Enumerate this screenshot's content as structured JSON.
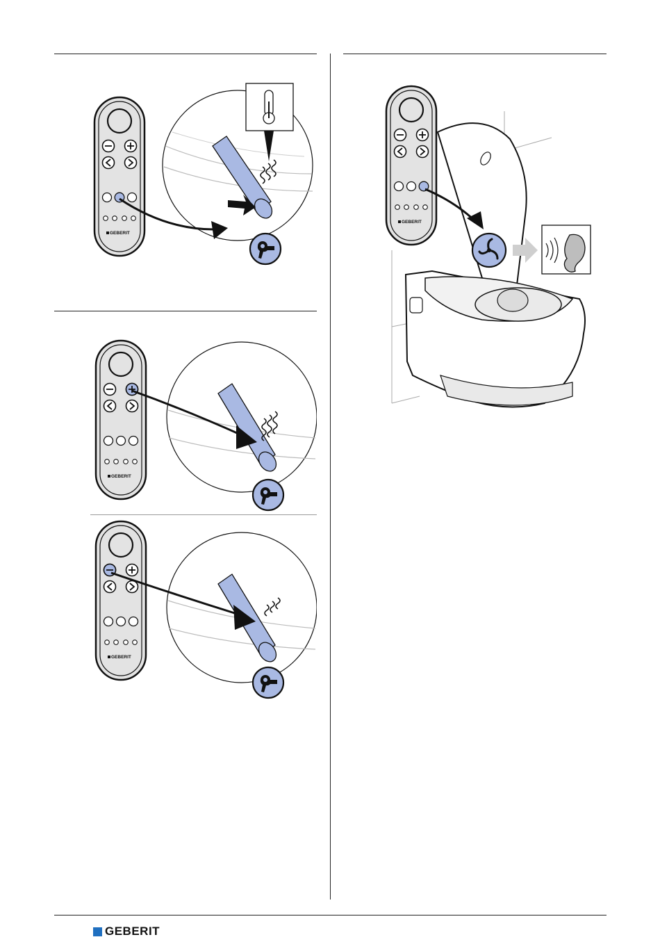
{
  "brand": {
    "name": "GEBERIT",
    "accent_color": "#1f6fc0",
    "highlight_color": "#a9b9e3"
  },
  "remote": {
    "brand_label": "GEBERIT"
  },
  "panels": [
    {
      "id": "dryer-activate",
      "icons": [
        "remote-control",
        "dryer-nozzle",
        "thermometer-icon",
        "dryer-icon"
      ]
    },
    {
      "id": "dryer-increase",
      "icons": [
        "remote-control",
        "plus-button-highlighted",
        "dryer-icon"
      ]
    },
    {
      "id": "dryer-decrease",
      "icons": [
        "remote-control",
        "minus-button-highlighted",
        "dryer-icon"
      ]
    },
    {
      "id": "odour-extraction",
      "icons": [
        "remote-control",
        "fan-icon",
        "ear-icon"
      ]
    }
  ]
}
